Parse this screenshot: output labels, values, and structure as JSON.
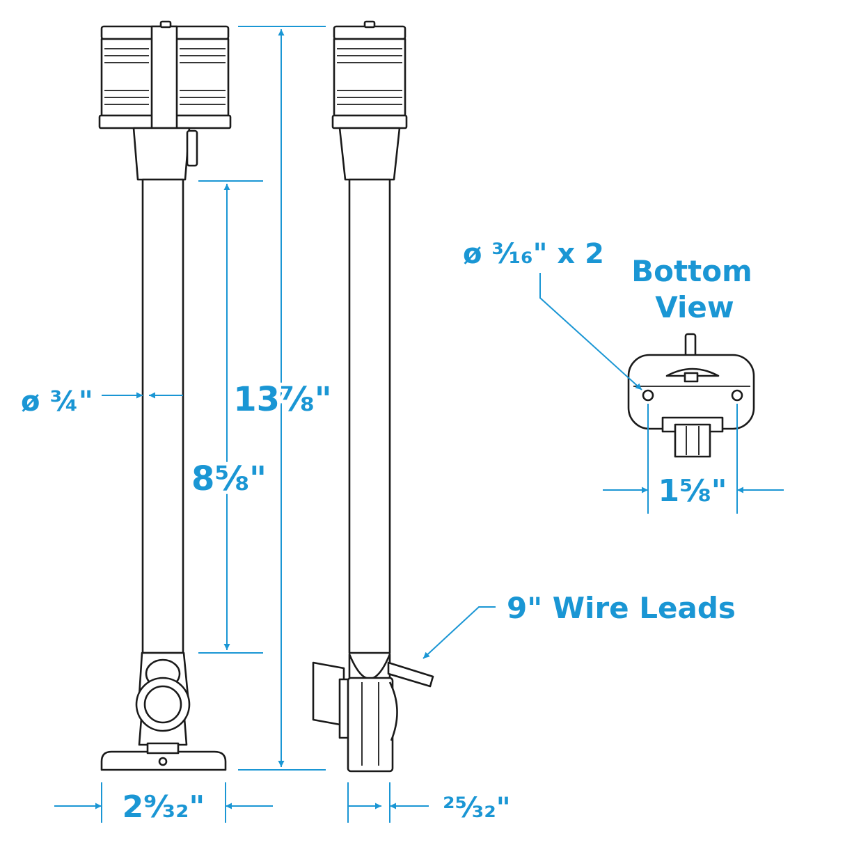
{
  "colors": {
    "dimension": "#1a96d4",
    "ink": "#1a1a1a",
    "background": "#ffffff"
  },
  "labels": {
    "tube_diameter": "ø ¾\"",
    "overall_height": "13⅞\"",
    "tube_length": "8⅝\"",
    "base_width": "2⁹⁄₃₂\"",
    "base_depth": "²⁵⁄₃₂\"",
    "wire_leads": "9\" Wire Leads",
    "hole_size": "ø ³⁄₁₆\" x 2",
    "bottom_view_line1": "Bottom",
    "bottom_view_line2": "View",
    "hole_spacing": "1⅝\""
  }
}
